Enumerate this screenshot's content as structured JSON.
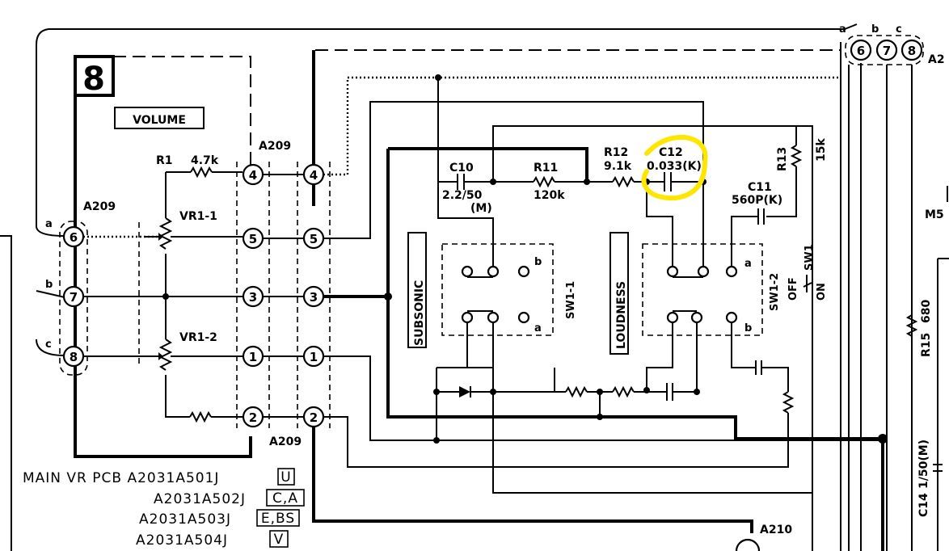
{
  "section_number": "8",
  "volume_label": "VOLUME",
  "connector_pins_left": [
    "6",
    "7",
    "8"
  ],
  "connector_pin_letters_left": [
    "a",
    "b",
    "c"
  ],
  "connector_pins_top_right": [
    "6",
    "7",
    "8"
  ],
  "connector_pin_letters_top_right": [
    "a",
    "b",
    "c"
  ],
  "block_a209_pins": [
    "4",
    "5",
    "3",
    "1",
    "2"
  ],
  "labels": {
    "a209_left": "A209",
    "a209_top": "A209",
    "a209_bottom": "A209",
    "a210": "A210",
    "a2_top_right": "A2",
    "m5_right": "M5"
  },
  "components": {
    "r1_name": "R1",
    "r1_value": "4.7k",
    "vr1_1": "VR1-1",
    "vr1_2": "VR1-2",
    "c10_name": "C10",
    "c10_value": "2.2/50",
    "c10_note": "(M)",
    "r11_name": "R11",
    "r11_value": "120k",
    "r12_name": "R12",
    "r12_value": "9.1k",
    "c12_name": "C12",
    "c12_value": "0.033(K)",
    "r13_name": "R13",
    "r13_value": "15k",
    "c11_name": "C11",
    "c11_value": "560P(K)",
    "r15_name": "R15",
    "r15_value": "680",
    "c14_name": "C14",
    "c14_value": "1/50(M)"
  },
  "switches": {
    "subsonic": "SUBSONIC",
    "loudness": "LOUDNESS",
    "sw1_1": "SW1-1",
    "sw1_2": "SW1-2",
    "sw1": "SW1",
    "off": "OFF",
    "on": "ON",
    "pos_a": "a",
    "pos_b": "b"
  },
  "pcb_list": {
    "line1_text": "MAIN VR PCB A2031A501J",
    "line1_code": "U",
    "line2_text": "A2031A502J",
    "line2_code": "C,A",
    "line3_text": "A2031A503J",
    "line3_code": "E,BS",
    "line4_text": "A2031A504J",
    "line4_code": "V"
  },
  "highlight_color": "#ffe600"
}
